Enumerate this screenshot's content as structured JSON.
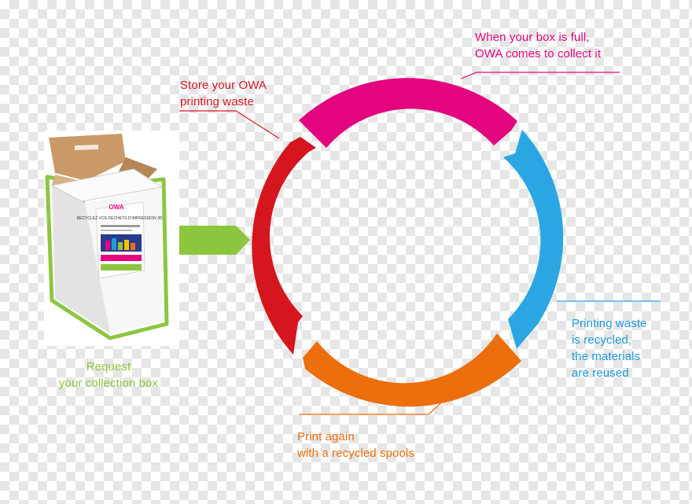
{
  "steps": {
    "store": {
      "line1": "Store your OWA",
      "line2": "printing waste",
      "color": "#d5161e"
    },
    "collect": {
      "line1": "When your box is full,",
      "line2": "OWA comes to collect it",
      "color": "#e2057f"
    },
    "recycled": {
      "line1": "Printing waste",
      "line2": "is recycled,",
      "line3": "the materials",
      "line4": "are reused",
      "color": "#1e9bd7"
    },
    "print": {
      "line1": "Print again",
      "line2": "with a recycled spools",
      "color": "#ed6e0c"
    },
    "request": {
      "line1": "Request",
      "line2": "your collection box",
      "color": "#8cc63f"
    }
  },
  "box": {
    "logo": "OWA",
    "poster_title": "RECYCLEZ VOS DÉCHETS D'IMPRESSION 3D"
  }
}
